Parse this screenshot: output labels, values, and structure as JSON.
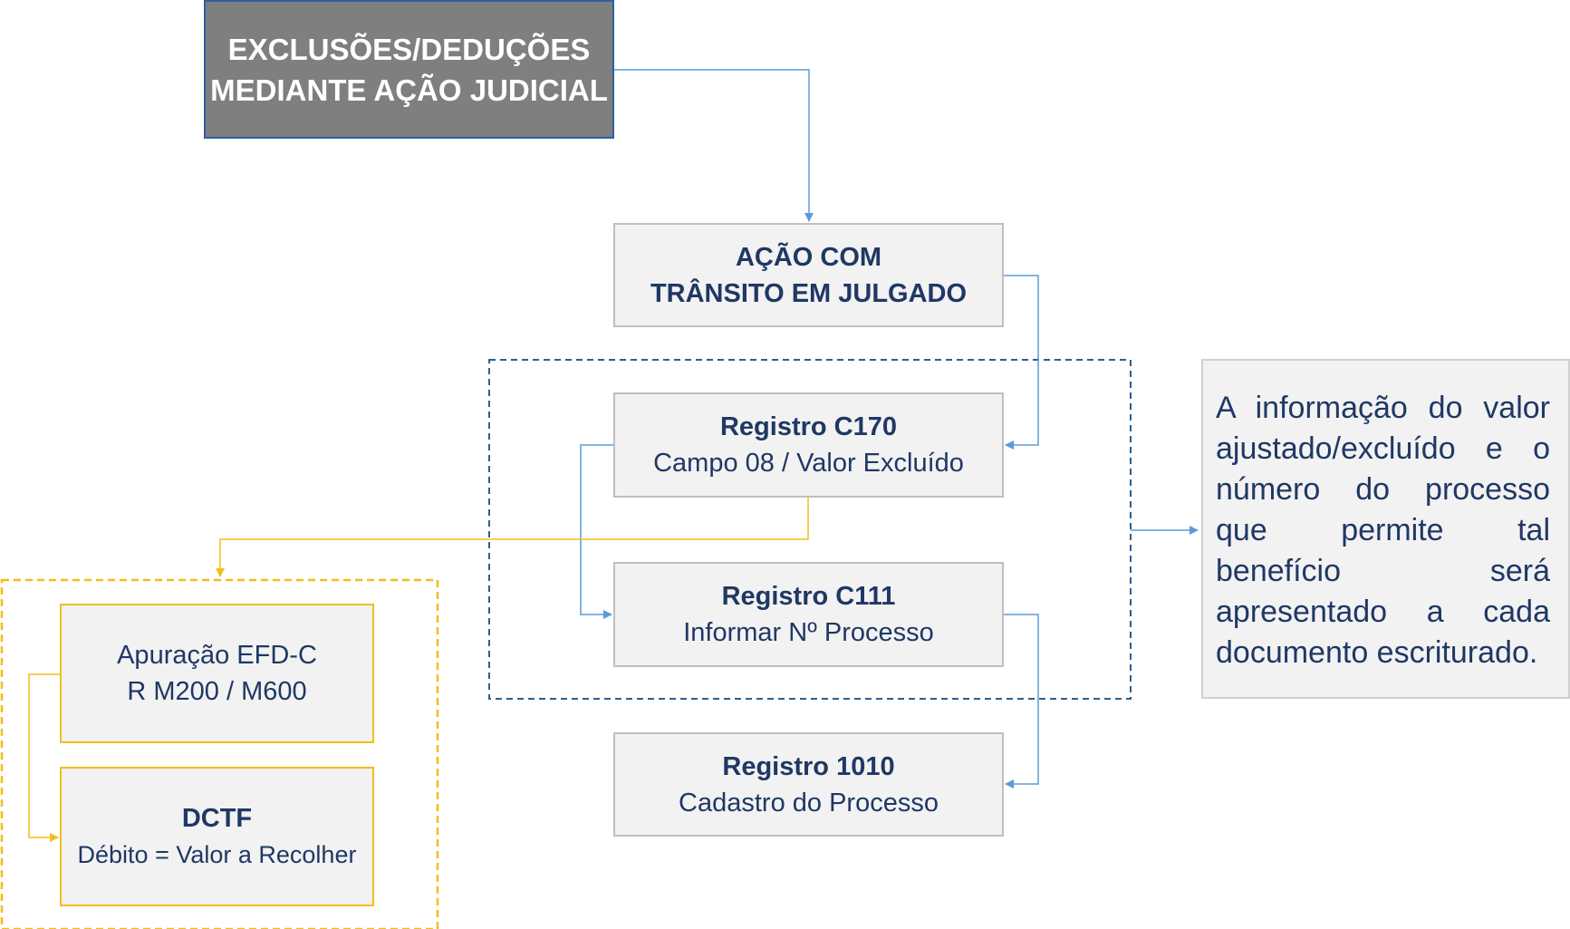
{
  "diagram": {
    "top_box": {
      "line1": "EXCLUSÕES/DEDUÇÕES",
      "line2": "MEDIANTE AÇÃO JUDICIAL"
    },
    "acao": {
      "line1": "AÇÃO COM",
      "line2": "TRÂNSITO EM JULGADO"
    },
    "c170": {
      "title": "Registro C170",
      "subtitle": "Campo 08 / Valor Excluído"
    },
    "c111": {
      "title": "Registro C111",
      "subtitle": "Informar Nº Processo"
    },
    "r1010": {
      "title": "Registro 1010",
      "subtitle": "Cadastro do Processo"
    },
    "apuracao": {
      "line1": "Apuração EFD-C",
      "line2": "R M200 / M600"
    },
    "dctf": {
      "title": "DCTF",
      "subtitle": "Débito = Valor a Recolher"
    },
    "note": "A informação do valor ajustado/excluído e o número do processo que permite tal benefício será apresentado a cada documento escriturado."
  },
  "colors": {
    "blue_line": "#5b9bd5",
    "dashed_blue": "#2e5f8a",
    "yellow": "#f2be1a",
    "text": "#1f3864"
  }
}
